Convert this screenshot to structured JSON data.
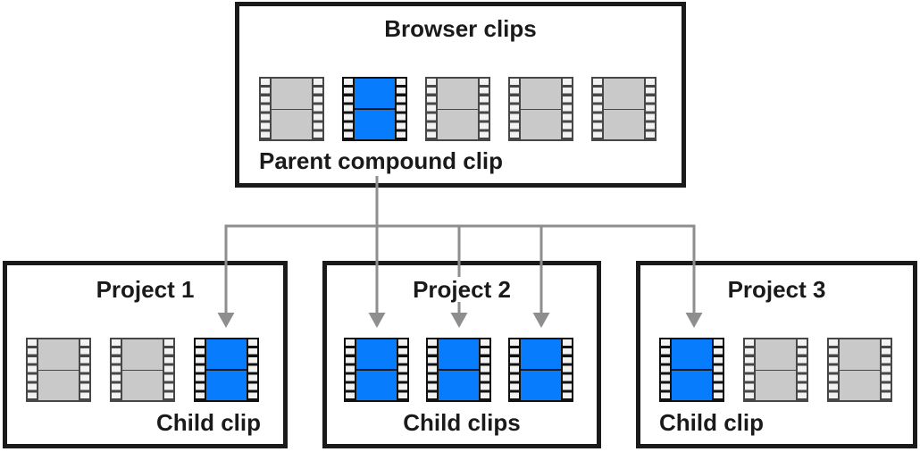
{
  "colors": {
    "highlight_blue": "#077CFC",
    "clip_gray": "#C9C9C9",
    "clip_gray_ink": "#474747",
    "connector_gray": "#8E8E8E",
    "ink_black": "#1A1A1A"
  },
  "browser_box": {
    "title": "Browser clips",
    "label": "Parent compound clip",
    "clips": [
      "gray",
      "blue",
      "gray",
      "gray",
      "gray"
    ]
  },
  "projects": [
    {
      "title": "Project 1",
      "label": "Child clip",
      "clips": [
        "gray",
        "gray",
        "blue"
      ]
    },
    {
      "title": "Project 2",
      "label": "Child clips",
      "clips": [
        "blue",
        "blue",
        "blue"
      ]
    },
    {
      "title": "Project 3",
      "label": "Child clip",
      "clips": [
        "blue",
        "gray",
        "gray"
      ]
    }
  ]
}
